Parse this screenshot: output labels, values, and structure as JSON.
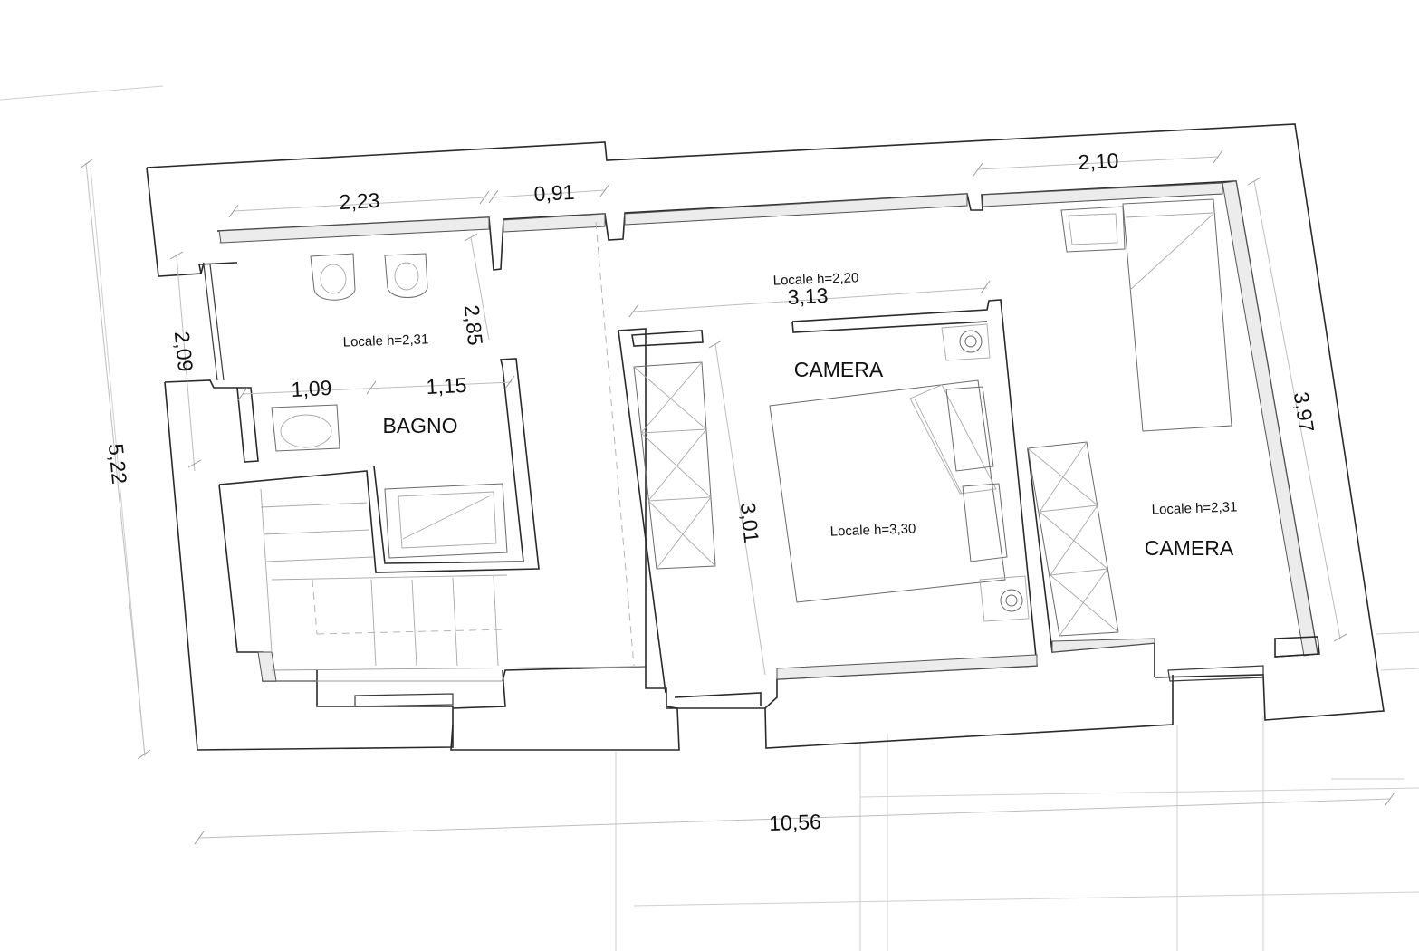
{
  "dimensions": {
    "bagno_width": "2,23",
    "door_width": "0,91",
    "camera2_top": "2,10",
    "bagno_height": "2,85",
    "left_window": "2,09",
    "overall_height": "5,22",
    "bagno_sink": "1,09",
    "bagno_bath": "1,15",
    "camera1_width": "3,13",
    "camera1_height": "3,01",
    "camera2_height": "3,97",
    "overall_width": "10,56"
  },
  "rooms": {
    "bagno_name": "BAGNO",
    "bagno_height": "Locale  h=2,31",
    "corridor_height": "Locale  h=2,20",
    "camera1_name": "CAMERA",
    "camera1_height": "Locale  h=3,30",
    "camera2_name": "CAMERA",
    "camera2_height": "Locale  h=2,31"
  }
}
